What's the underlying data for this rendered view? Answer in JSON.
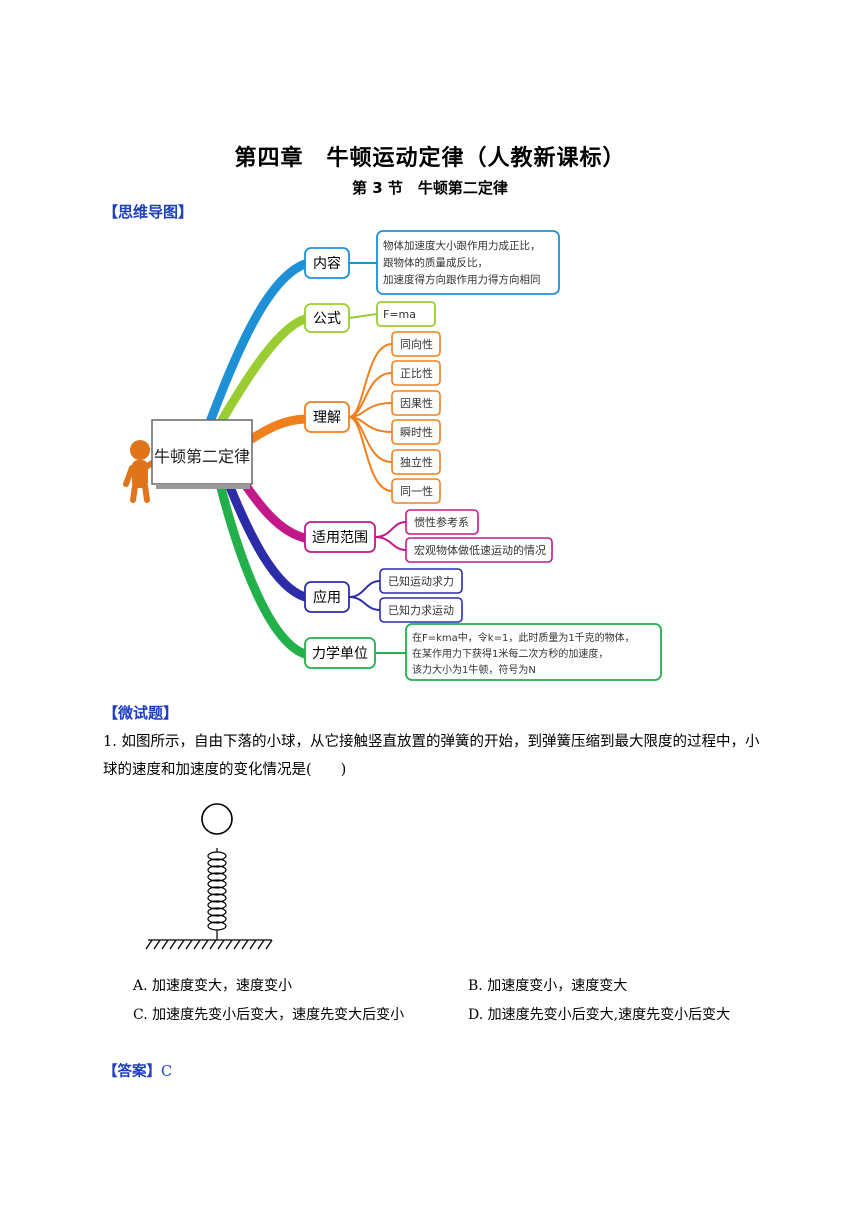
{
  "header": {
    "title": "第四章　牛顿运动定律（人教新课标）",
    "subtitle": "第 3 节　牛顿第二定律"
  },
  "sections": {
    "mindmap": "【思维导图】",
    "quiz": "【微试题】",
    "answer": "【答案】"
  },
  "mindmap": {
    "center": "牛顿第二定律",
    "branches": [
      {
        "label": "内容",
        "color": "#1e90d6",
        "notes": [
          "物体加速度大小跟作用力成正比，",
          "跟物体的质量成反比，",
          "加速度得方向跟作用力得方向相同"
        ]
      },
      {
        "label": "公式",
        "color": "#9acd32",
        "notes": [
          "F=ma"
        ]
      },
      {
        "label": "理解",
        "color": "#f07f1e",
        "items": [
          "同向性",
          "正比性",
          "因果性",
          "瞬时性",
          "独立性",
          "同一性"
        ]
      },
      {
        "label": "适用范围",
        "color": "#c2188a",
        "items": [
          "惯性参考系",
          "宏观物体做低速运动的情况"
        ]
      },
      {
        "label": "应用",
        "color": "#2c2ca8",
        "items": [
          "已知运动求力",
          "已知力求运动"
        ]
      },
      {
        "label": "力学单位",
        "color": "#22b04b",
        "notes": [
          "在F=kma中，令k=1，此时质量为1千克的物体，",
          "在某作用力下获得1米每二次方秒的加速度，",
          "该力大小为1牛顿，符号为N"
        ]
      }
    ]
  },
  "question": {
    "text": "1.  如图所示，自由下落的小球，从它接触竖直放置的弹簧的开始，到弹簧压缩到最大限度的过程中，小球的速度和加速度的变化情况是(　　)",
    "options": {
      "A": "A.  加速度变大，速度变小",
      "B": "B.  加速度变小，速度变大",
      "C": "C.  加速度先变小后变大，速度先变大后变小",
      "D": "D.  加速度先变小后变大,速度先变小后变大"
    }
  },
  "answer": {
    "value": "C"
  }
}
